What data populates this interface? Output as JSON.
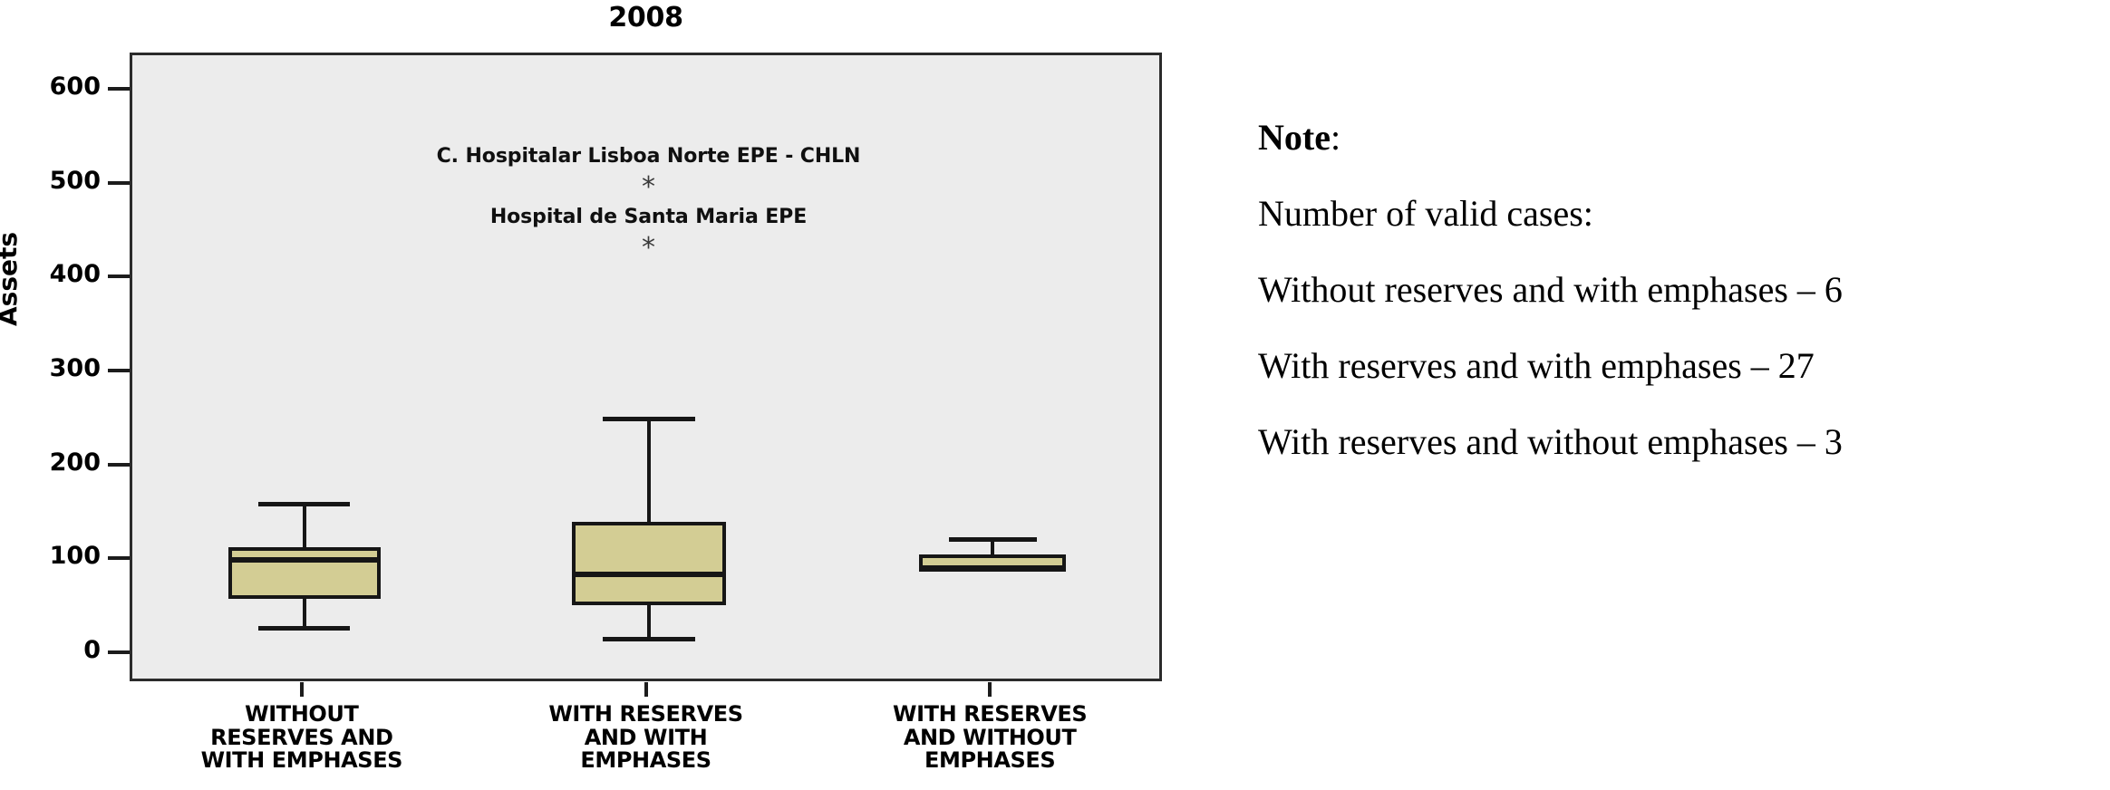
{
  "chart_data": {
    "type": "box",
    "title": "2008",
    "xlabel": "",
    "ylabel": "Assets",
    "ylim": [
      0,
      650
    ],
    "yticks": [
      0,
      100,
      200,
      300,
      400,
      500,
      600
    ],
    "grid": false,
    "legend": "none",
    "plot_background": "#ececec",
    "box_fill": "#d3cd94",
    "line_color": "#161616",
    "categories": [
      "WITHOUT RESERVES AND WITH EMPHASES",
      "WITH RESERVES AND WITH EMPHASES",
      "WITH RESERVES AND WITHOUT EMPHASES"
    ],
    "category_lines": [
      [
        "WITHOUT",
        "RESERVES AND",
        "WITH EMPHASES"
      ],
      [
        "WITH RESERVES",
        "AND WITH",
        "EMPHASES"
      ],
      [
        "WITH RESERVES",
        "AND WITHOUT",
        "EMPHASES"
      ]
    ],
    "boxes": [
      {
        "category": "WITHOUT RESERVES AND WITH EMPHASES",
        "whisker_low": 31,
        "q1": 60,
        "median": 101,
        "q3": 115,
        "whisker_high": 163,
        "n": 6
      },
      {
        "category": "WITH RESERVES AND WITH EMPHASES",
        "whisker_low": 19,
        "q1": 53,
        "median": 86,
        "q3": 142,
        "whisker_high": 254,
        "n": 27
      },
      {
        "category": "WITH RESERVES AND WITHOUT EMPHASES",
        "whisker_low": 92,
        "q1": 92,
        "median": 92,
        "q3": 107,
        "whisker_high": 125,
        "n": 3
      }
    ],
    "outliers": [
      {
        "category": "WITH RESERVES AND WITH EMPHASES",
        "value": 497,
        "label": "C. Hospitalar Lisboa Norte EPE - CHLN",
        "marker": "*"
      },
      {
        "category": "WITH RESERVES AND WITH EMPHASES",
        "value": 432,
        "label": "Hospital de Santa Maria EPE",
        "marker": "*"
      }
    ]
  },
  "note": {
    "heading": "Note",
    "heading_colon": ":",
    "lines": [
      "Number of valid cases:",
      "Without reserves and with emphases – 6",
      "With reserves and with emphases – 27",
      "With reserves and without emphases – 3"
    ]
  }
}
